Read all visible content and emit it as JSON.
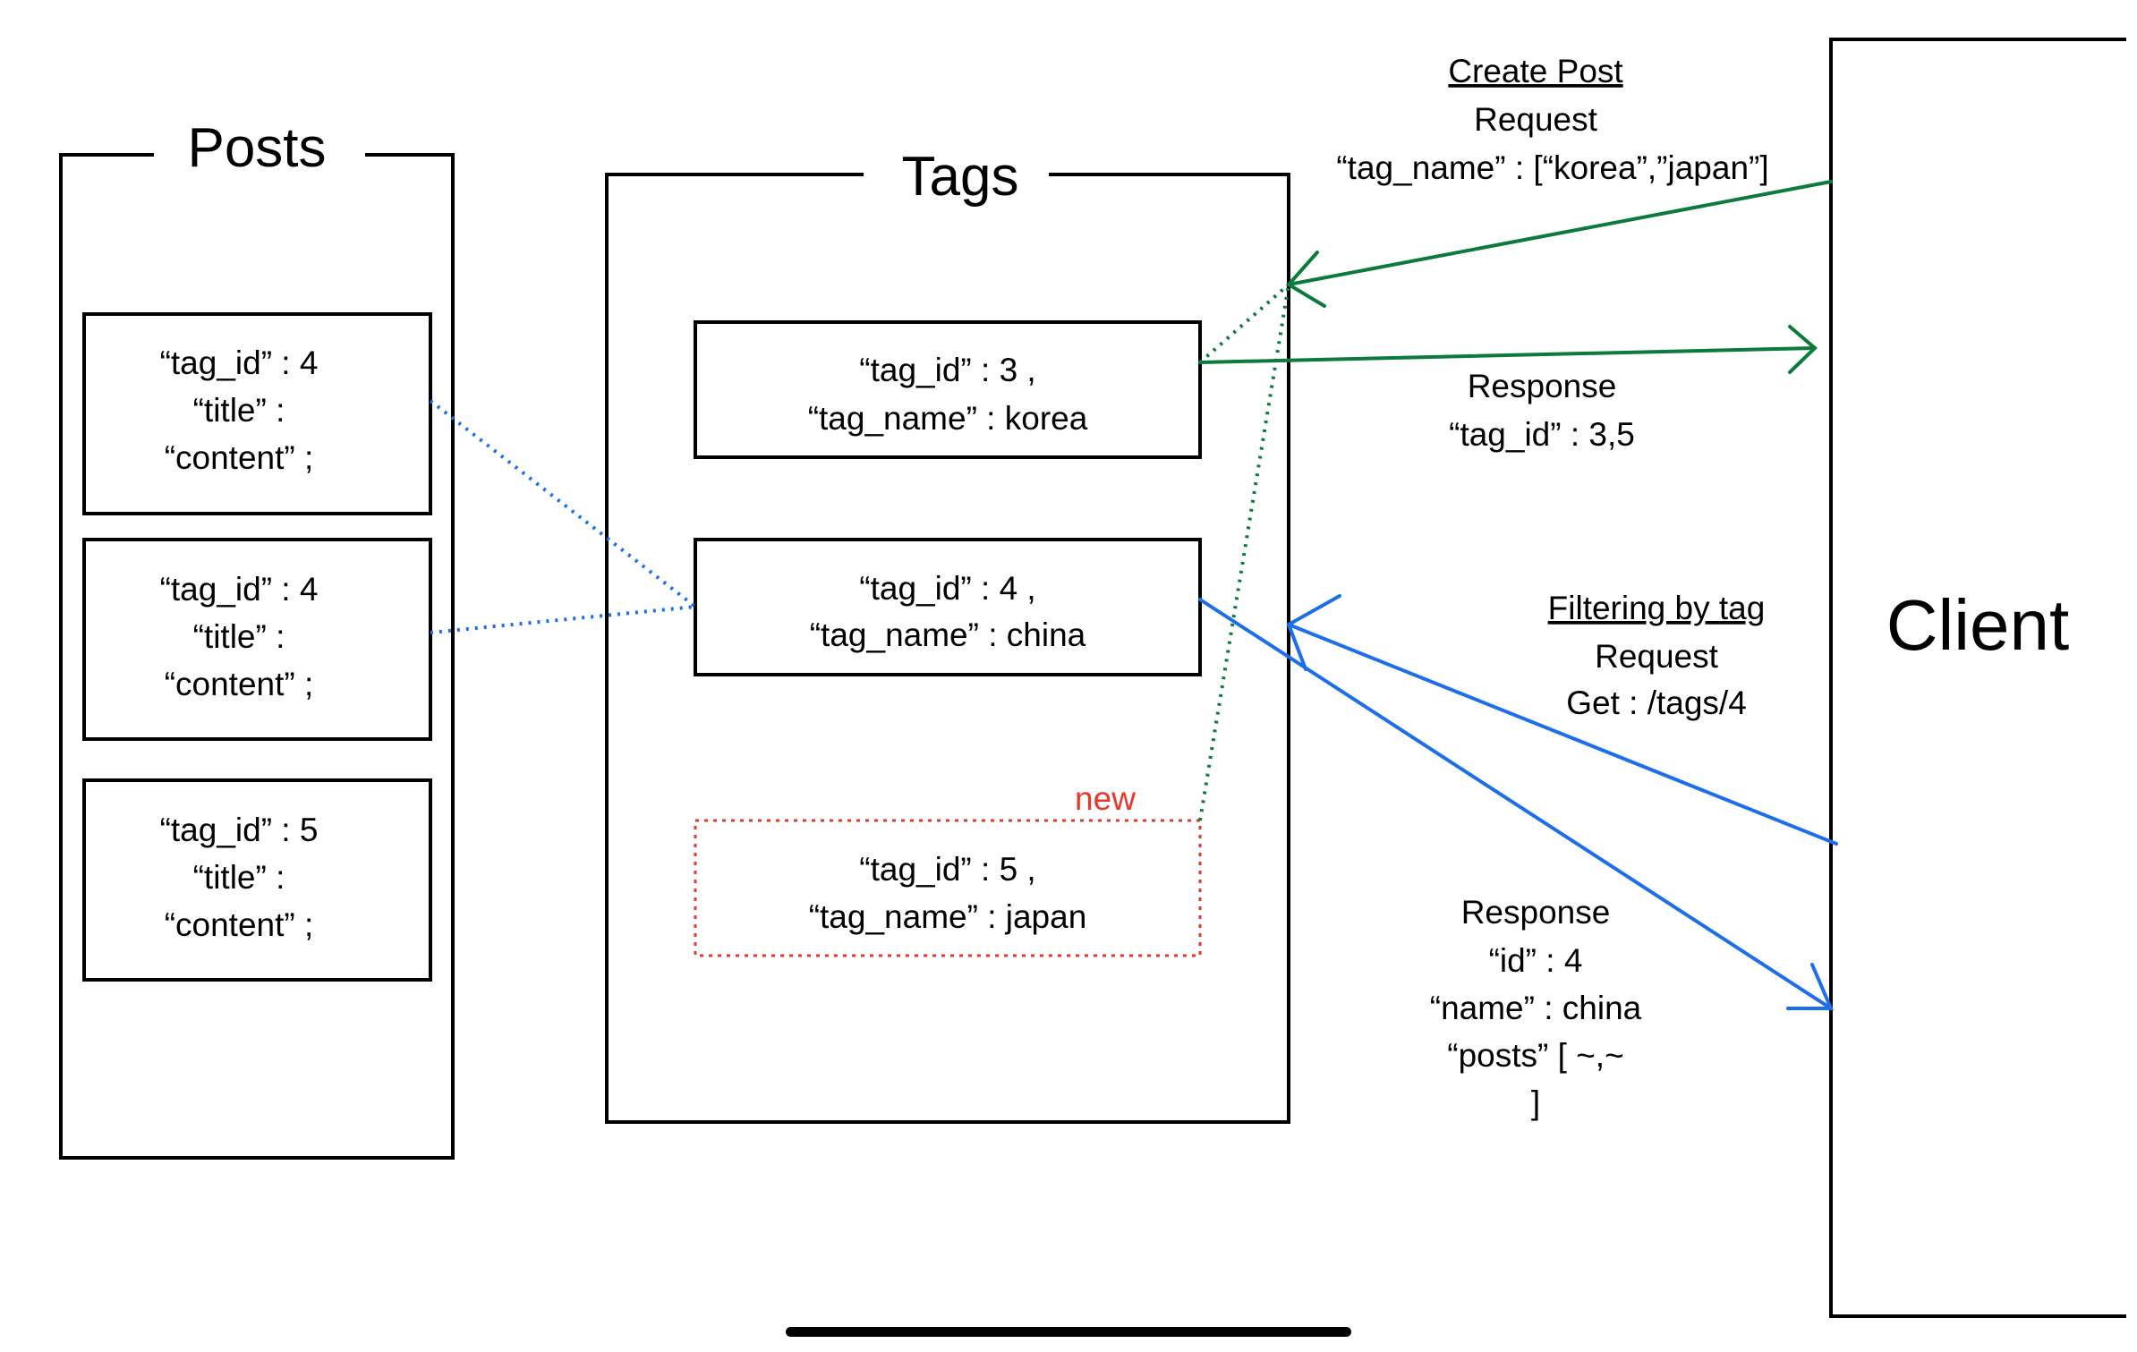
{
  "colors": {
    "green": "#0b7a3c",
    "blue": "#1c6fe8",
    "red": "#e8372c",
    "black": "#000000"
  },
  "posts": {
    "title": "Posts",
    "items": [
      {
        "line1": "“tag_id” : 4",
        "line2": "“title” :",
        "line3": "“content” ;"
      },
      {
        "line1": "“tag_id” : 4",
        "line2": "“title” :",
        "line3": "“content” ;"
      },
      {
        "line1": "“tag_id” : 5",
        "line2": "“title” :",
        "line3": "“content” ;"
      }
    ]
  },
  "tags": {
    "title": "Tags",
    "items": [
      {
        "line1": "“tag_id” : 3 ,",
        "line2": "“tag_name” : korea"
      },
      {
        "line1": "“tag_id” : 4 ,",
        "line2": "“tag_name” : china"
      },
      {
        "line1": "“tag_id” : 5 ,",
        "line2": "“tag_name” : japan",
        "badge": "new"
      }
    ]
  },
  "client": {
    "title": "Client"
  },
  "create_post": {
    "heading": "Create Post",
    "request_label": "Request",
    "request_body": "“tag_name” : [“korea”,”japan”]",
    "response_label": "Response",
    "response_body": "“tag_id” : 3,5"
  },
  "filter_by_tag": {
    "heading": "Filtering by tag",
    "request_label": "Request",
    "request_body": "Get : /tags/4",
    "response_label": "Response",
    "response_lines": [
      "“id” : 4",
      "“name” : china",
      "“posts” [ ~,~",
      "]"
    ]
  }
}
